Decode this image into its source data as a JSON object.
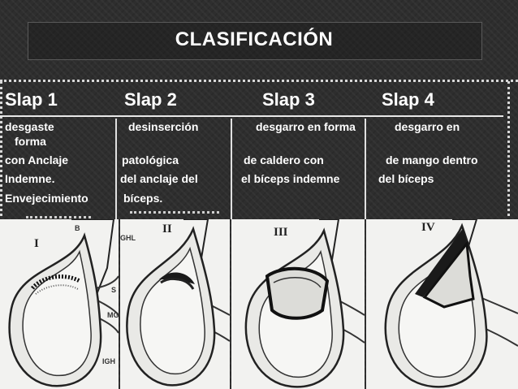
{
  "title": "CLASIFICACIÓN",
  "columns": [
    {
      "heading": "Slap 1",
      "lines": [
        "desgaste",
        "forma",
        "con Anclaje",
        "Indemne.",
        "Envejecimiento"
      ]
    },
    {
      "heading": "Slap 2",
      "lines": [
        "desinserción",
        "patológica",
        "del  anclaje del",
        "bíceps."
      ]
    },
    {
      "heading": "Slap 3",
      "lines": [
        "desgarro en forma",
        "de caldero con",
        "el bíceps indemne"
      ]
    },
    {
      "heading": "Slap 4",
      "lines": [
        "desgarro en",
        "de mango dentro",
        "del bíceps"
      ]
    }
  ],
  "figures": {
    "panel1": {
      "numeral": "I",
      "labels": [
        "B",
        "S",
        "MG",
        "IGH"
      ]
    },
    "panel2": {
      "numeral": "II",
      "labels": [
        "GHL"
      ]
    },
    "panel3": {
      "numeral": "III",
      "labels": []
    },
    "panel4": {
      "numeral": "IV",
      "labels": []
    }
  },
  "colors": {
    "background": "#2e2e2e",
    "text": "#ffffff",
    "illustration_bg": "#f2f2f0"
  }
}
